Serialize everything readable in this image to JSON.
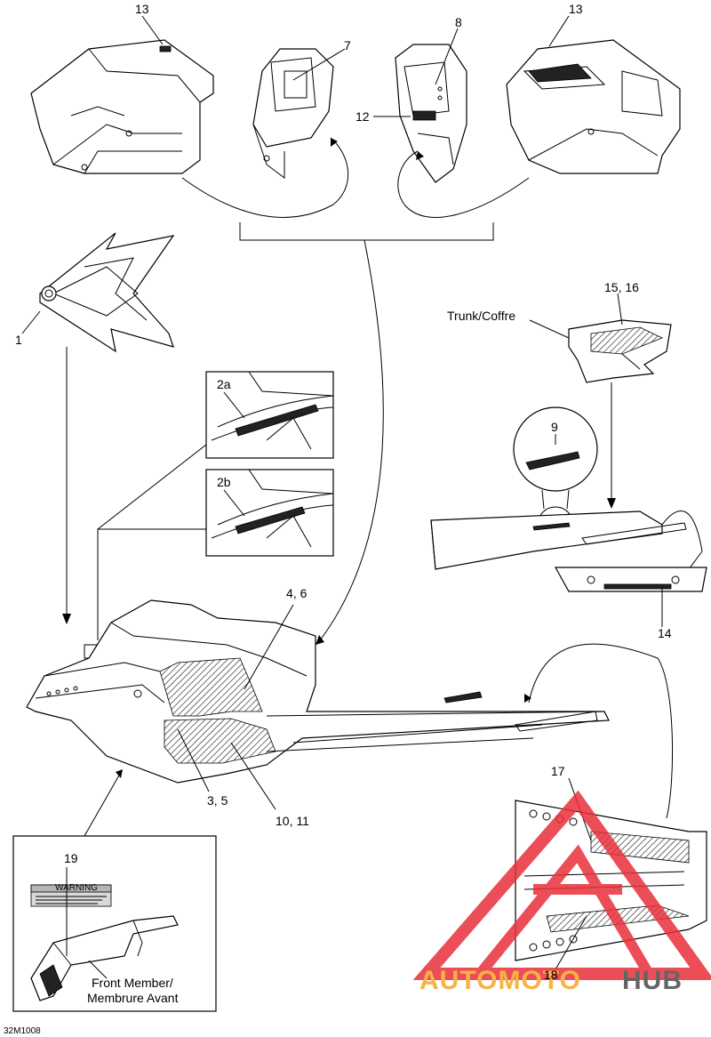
{
  "callouts": {
    "c13a": "13",
    "c7": "7",
    "c8": "8",
    "c13b": "13",
    "c12": "12",
    "c1": "1",
    "c15_16": "15, 16",
    "c_trunk": "Trunk/Coffre",
    "c2a": "2a",
    "c2b": "2b",
    "c9": "9",
    "c4_6": "4, 6",
    "c14": "14",
    "c3_5": "3, 5",
    "c10_11": "10, 11",
    "c17": "17",
    "c19": "19",
    "c18": "18",
    "c_front_1": "Front Member/",
    "c_front_2": "Membrure Avant"
  },
  "figure_code": "32M1008",
  "warning_label": "WARNING",
  "watermark": {
    "part1": "AUTOMOTO",
    "part2": "HUB"
  },
  "colors": {
    "watermark_orange": "#f5a623",
    "watermark_red": "#e8303a",
    "watermark_grey": "#4a4a4a",
    "line": "#000000"
  }
}
